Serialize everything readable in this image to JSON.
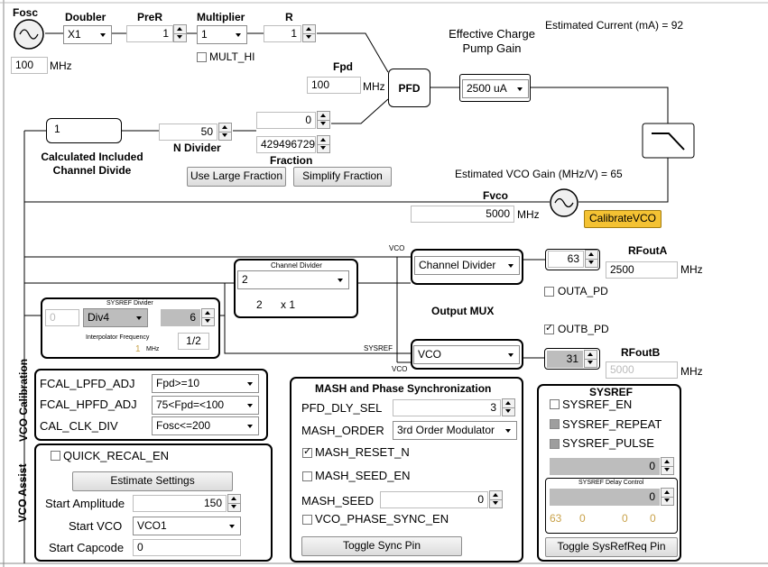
{
  "reference": {
    "fosc_label": "Fosc",
    "fosc_value": "100",
    "fosc_unit": "MHz",
    "doubler_label": "Doubler",
    "doubler_value": "X1",
    "prer_label": "PreR",
    "prer_value": "1",
    "multiplier_label": "Multiplier",
    "multiplier_value": "1",
    "mult_hi_label": "MULT_HI",
    "r_label": "R",
    "r_value": "1"
  },
  "pfd": {
    "fpd_label": "Fpd",
    "fpd_value": "100",
    "fpd_unit": "MHz",
    "block_label": "PFD"
  },
  "charge_pump": {
    "title": "Effective Charge Pump Gain",
    "value": "2500 uA"
  },
  "estimated_current": "Estimated Current (mA) = 92",
  "n_divider": {
    "calc_value": "1",
    "calc_label": "Calculated Included Channel Divide",
    "n_value": "50",
    "n_label": "N Divider",
    "frac_num": "0",
    "frac_den": "429496729",
    "fraction_label": "Fraction",
    "use_large_fraction": "Use Large Fraction",
    "simplify_fraction": "Simplify Fraction"
  },
  "vco": {
    "gain_text": "Estimated VCO Gain (MHz/V) = 65",
    "fvco_label": "Fvco",
    "fvco_value": "5000",
    "fvco_unit": "MHz",
    "calibrate_button": "CalibrateVCO"
  },
  "channel_divider": {
    "title": "Channel Divider",
    "value": "2",
    "text_2": "2",
    "text_x1": "x 1"
  },
  "sysref_divider": {
    "title": "SYSREF Divider",
    "input_value": "0",
    "div_value": "Div4",
    "num_value": "6",
    "interp_label": "Interpolator Frequency",
    "interp_value": "1",
    "interp_unit": "MHz",
    "ratio": "1/2"
  },
  "wire_labels": {
    "vco_a": "VCO",
    "vco_b": "VCO",
    "sysref": "SYSREF"
  },
  "outputs": {
    "mux_label": "Output MUX",
    "out_a_select": "Channel Divider",
    "out_b_select": "VCO",
    "rfouta_label": "RFoutA",
    "rfouta_power": "63",
    "rfouta_freq": "2500",
    "rfouta_unit": "MHz",
    "outa_pd": "OUTA_PD",
    "outb_pd": "OUTB_PD",
    "rfoutb_label": "RFoutB",
    "rfoutb_power": "31",
    "rfoutb_freq": "5000",
    "rfoutb_unit": "MHz"
  },
  "vco_calibration": {
    "side_label": "VCO Calibration",
    "rows": [
      {
        "label": "FCAL_LPFD_ADJ",
        "value": "Fpd>=10"
      },
      {
        "label": "FCAL_HPFD_ADJ",
        "value": "75<Fpd=<100"
      },
      {
        "label": "CAL_CLK_DIV",
        "value": "Fosc<=200"
      }
    ]
  },
  "vco_assist": {
    "side_label": "VCO Assist",
    "quick_recal": "QUICK_RECAL_EN",
    "estimate_button": "Estimate Settings",
    "start_amplitude_label": "Start Amplitude",
    "start_amplitude_value": "150",
    "start_vco_label": "Start VCO",
    "start_vco_value": "VCO1",
    "start_capcode_label": "Start Capcode",
    "start_capcode_value": "0"
  },
  "mash": {
    "title": "MASH and Phase Synchronization",
    "pfd_dly_label": "PFD_DLY_SEL",
    "pfd_dly_value": "3",
    "mash_order_label": "MASH_ORDER",
    "mash_order_value": "3rd Order Modulator",
    "mash_reset": "MASH_RESET_N",
    "mash_seed_en": "MASH_SEED_EN",
    "mash_seed_label": "MASH_SEED",
    "mash_seed_value": "0",
    "vco_phase_sync": "VCO_PHASE_SYNC_EN",
    "toggle_sync": "Toggle Sync Pin"
  },
  "sysref": {
    "title": "SYSREF",
    "sysref_en": "SYSREF_EN",
    "sysref_repeat": "SYSREF_REPEAT",
    "sysref_pulse": "SYSREF_PULSE",
    "value1": "0",
    "delay_title": "SYSREF Delay Control",
    "delay_value": "0",
    "delay_nums": [
      "63",
      "0",
      "0",
      "0"
    ],
    "toggle_button": "Toggle SysRefReq Pin"
  }
}
